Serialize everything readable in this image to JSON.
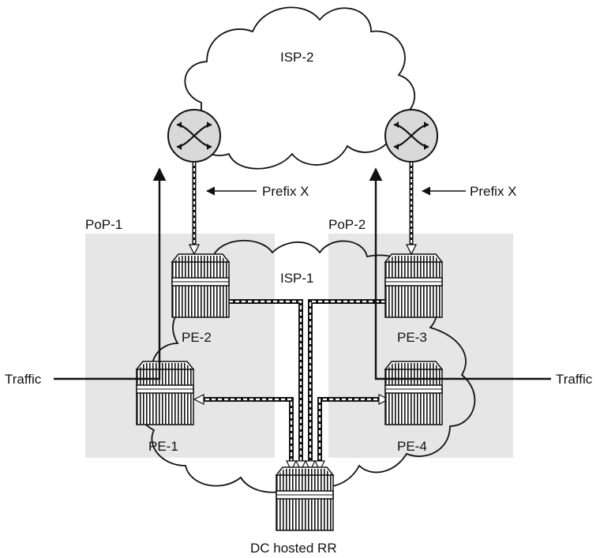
{
  "clouds": {
    "isp2": "ISP-2",
    "isp1": "ISP-1"
  },
  "pops": {
    "pop1": "PoP-1",
    "pop2": "PoP-2"
  },
  "routers": {
    "pe1": "PE-1",
    "pe2": "PE-2",
    "pe3": "PE-3",
    "pe4": "PE-4",
    "rr": "DC hosted RR"
  },
  "annotations": {
    "prefix_left": "Prefix X",
    "prefix_right": "Prefix X",
    "traffic_left": "Traffic",
    "traffic_right": "Traffic"
  },
  "icons": {
    "isp_router": "router-crossed-arrows-icon",
    "pe_router": "striped-router-box-icon"
  },
  "colors": {
    "pop_shade": "#e6e6e6",
    "router_fill": "#d9d9d9",
    "line": "#111111"
  }
}
